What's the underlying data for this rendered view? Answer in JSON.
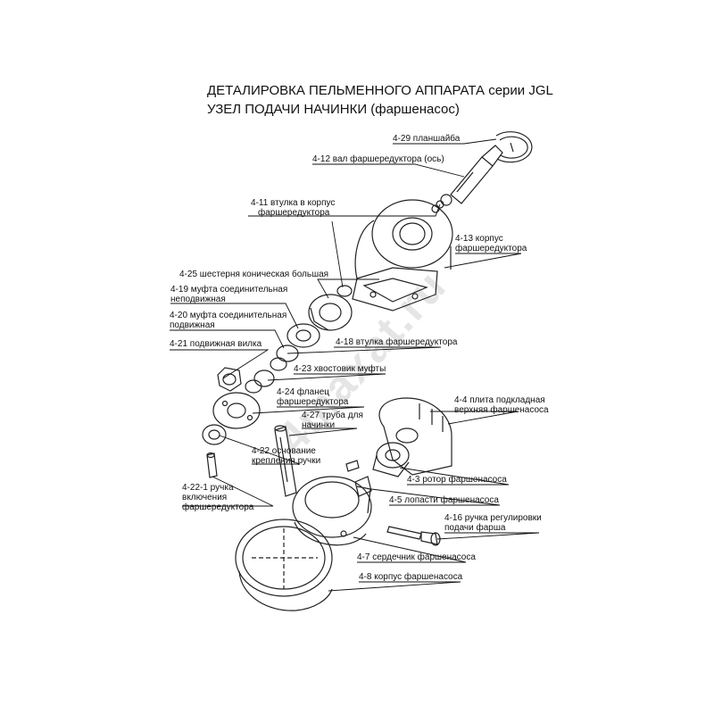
{
  "title": {
    "line1": "ДЕТАЛИРОВКА ПЕЛЬМЕННОГО АППАРАТА серии JGL",
    "line2": "УЗЕЛ ПОДАЧИ НАЧИНКИ (фаршенасос)"
  },
  "watermark": "4maxat.ru",
  "parts": {
    "p4_29": [
      "4-29 планшайба"
    ],
    "p4_12": [
      "4-12 вал фаршередуктора (ось)"
    ],
    "p4_11": [
      "4-11 втулка в корпус",
      "фаршередуктора"
    ],
    "p4_13": [
      "4-13 корпус",
      "фаршередуктора"
    ],
    "p4_25": [
      "4-25 шестерня коническая большая"
    ],
    "p4_19": [
      "4-19 муфта соединительная",
      "неподвижная"
    ],
    "p4_20": [
      "4-20 муфта соединительная",
      "подвижная"
    ],
    "p4_21": [
      "4-21 подвижная вилка"
    ],
    "p4_18": [
      "4-18 втулка фаршередуктора"
    ],
    "p4_23": [
      "4-23 хвостовик муфты"
    ],
    "p4_24": [
      "4-24 фланец",
      "фаршередуктора"
    ],
    "p4_4": [
      "4-4 плита подкладная",
      "верхняя фаршенасоса"
    ],
    "p4_27": [
      "4-27 труба для",
      "начинки"
    ],
    "p4_22": [
      "4-22 основание",
      "крепления ручки"
    ],
    "p4_3": [
      "4-3 ротор фаршенасоса"
    ],
    "p4_22_1": [
      "4-22-1 ручка",
      "включения",
      "фаршередуктора"
    ],
    "p4_5": [
      "4-5 лопасти фаршенасоса"
    ],
    "p4_16": [
      "4-16 ручка регулировки",
      "подачи фарша"
    ],
    "p4_7": [
      "4-7 сердечник фаршенасоса"
    ],
    "p4_8": [
      "4-8 корпус фаршенасоса"
    ]
  }
}
